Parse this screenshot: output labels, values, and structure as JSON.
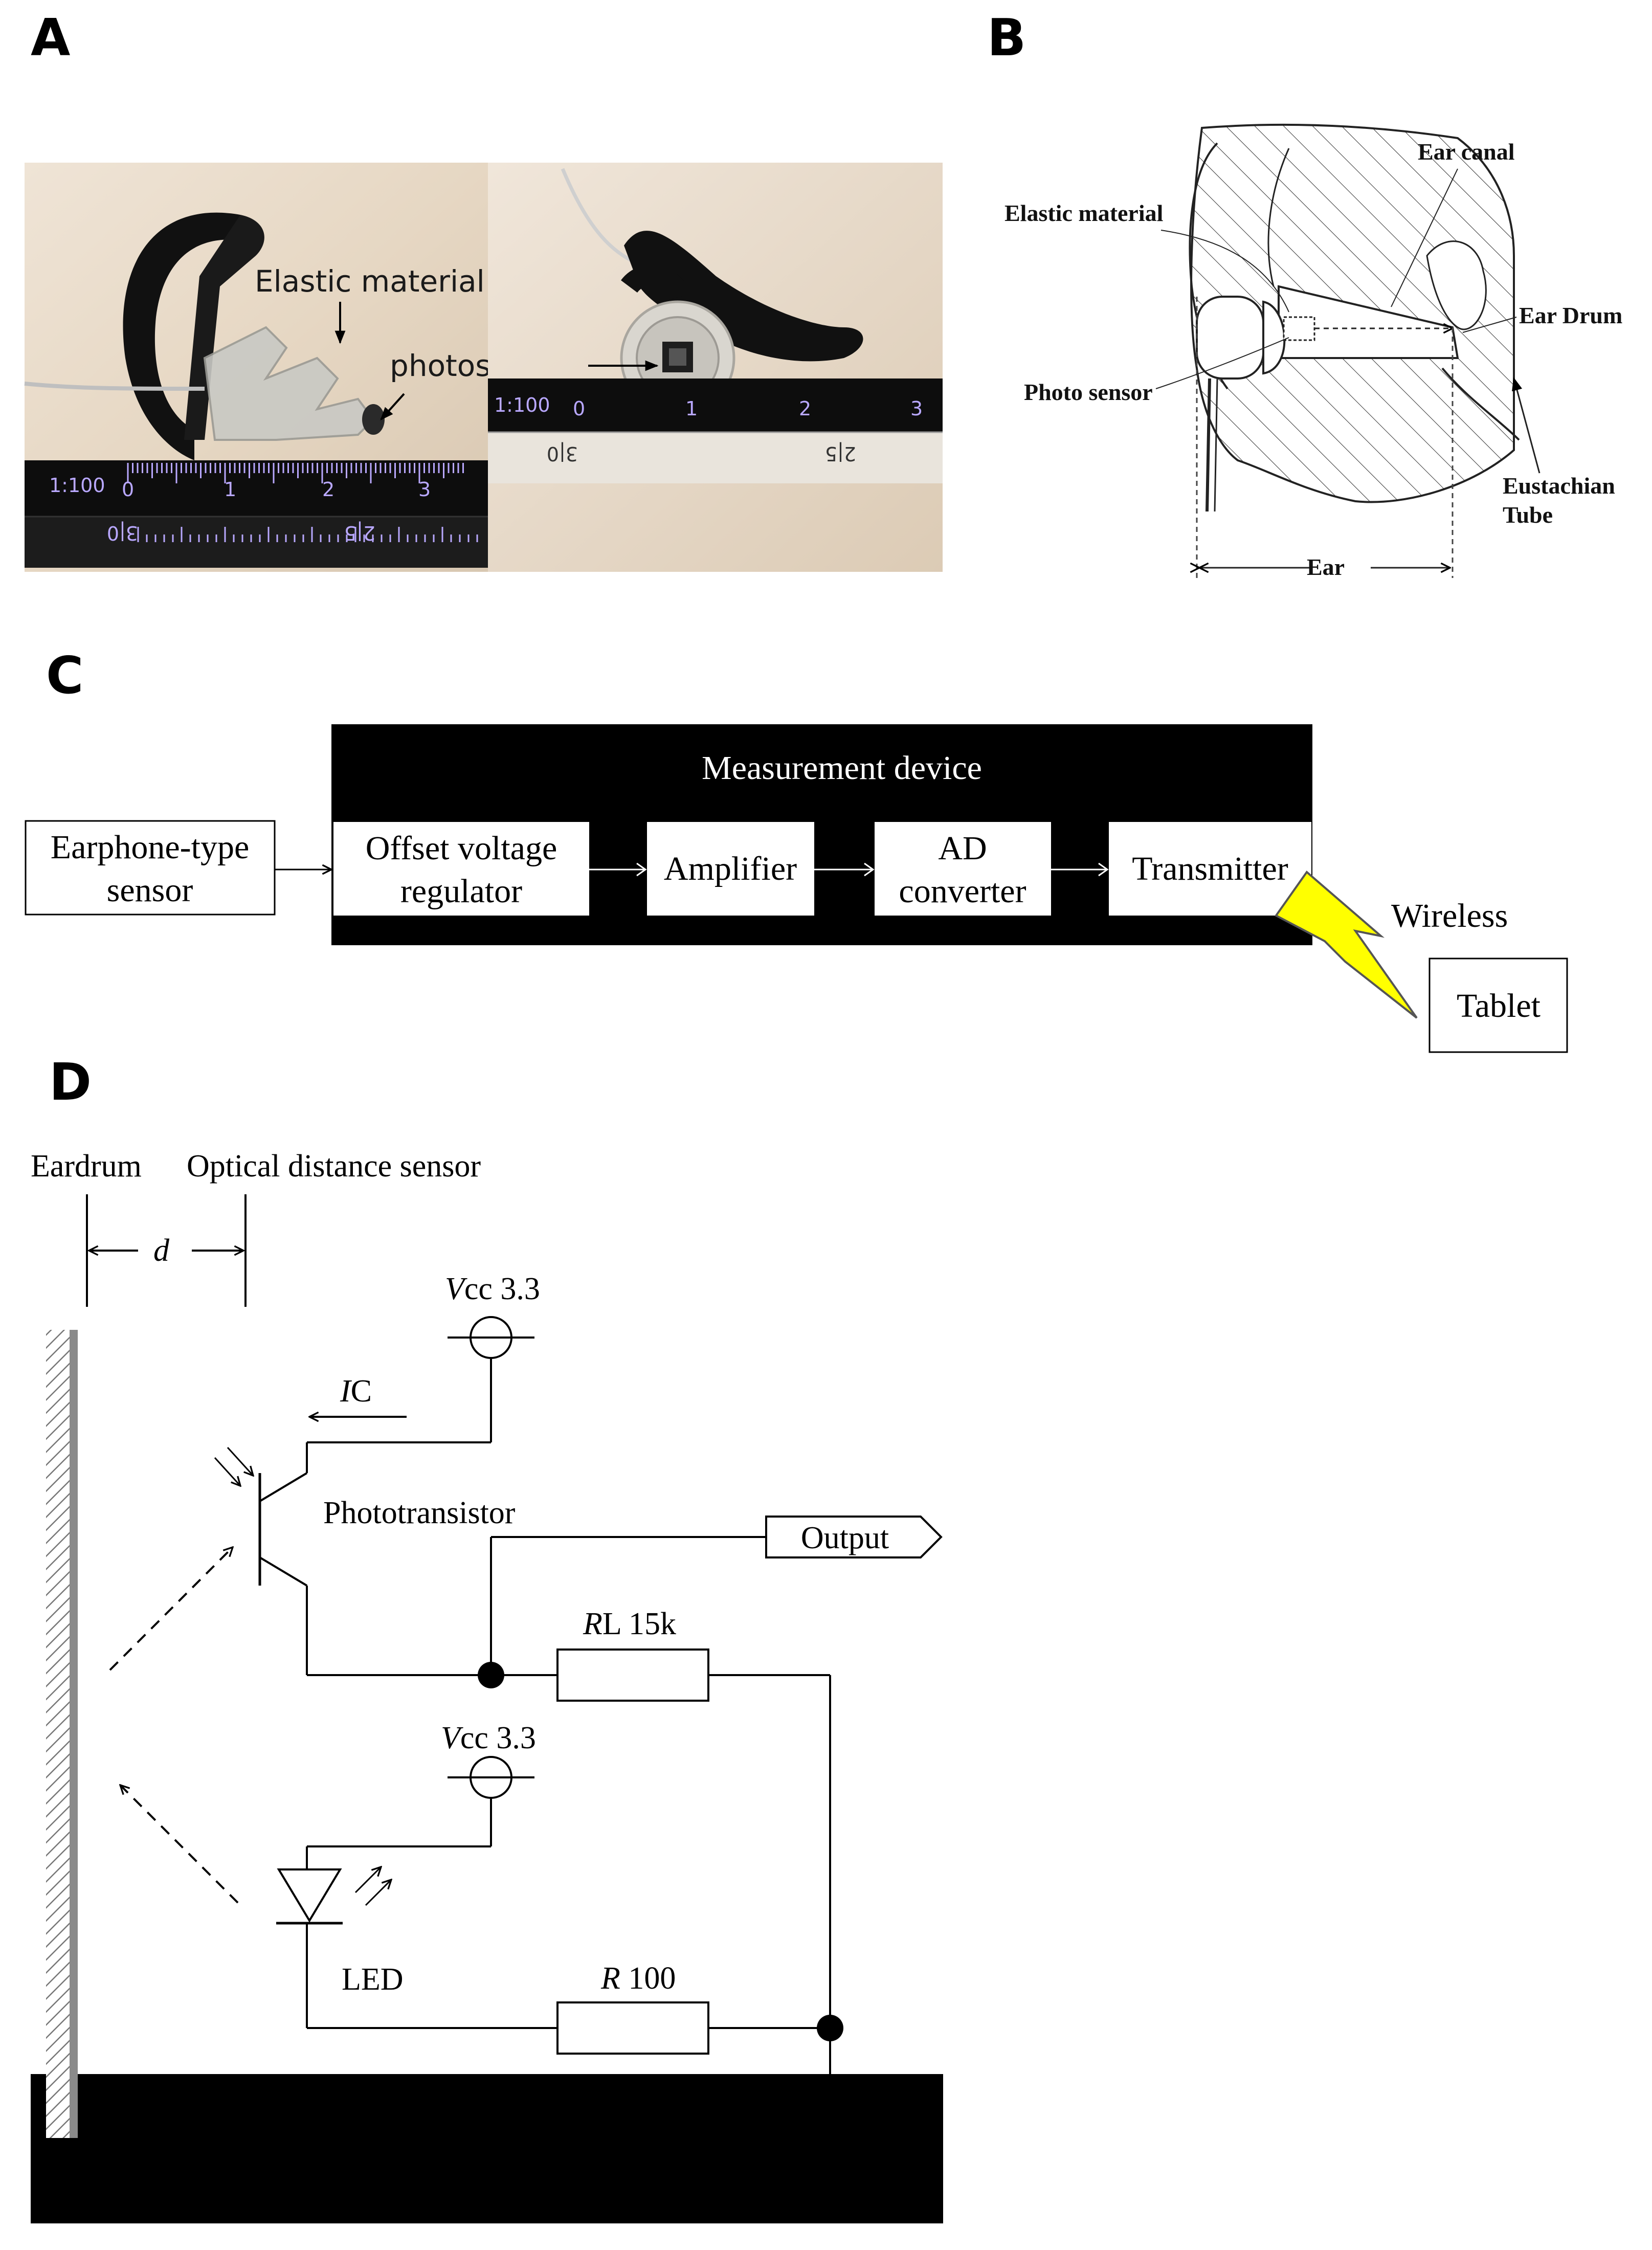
{
  "panels": {
    "a": {
      "letter": "A",
      "elastic_label": "Elastic material",
      "photosensor_label": "photosensor",
      "ruler_scale": "1:100",
      "ruler_top_ticks": [
        "0",
        "1",
        "2",
        "3"
      ],
      "ruler_bottom_ticks": [
        "3|0",
        "2|5"
      ]
    },
    "b": {
      "letter": "B",
      "ear_canal": "Ear canal",
      "elastic_material": "Elastic material",
      "ear_drum": "Ear Drum",
      "photo_sensor": "Photo sensor",
      "eustachian_1": "Eustachian",
      "eustachian_2": "Tube",
      "ear": "Ear"
    },
    "c": {
      "letter": "C",
      "measurement_device": "Measurement device",
      "earphone_1": "Earphone-type",
      "earphone_2": "sensor",
      "offset_1": "Offset voltage",
      "offset_2": "regulator",
      "amplifier": "Amplifier",
      "ad_1": "AD",
      "ad_2": "converter",
      "transmitter": "Transmitter",
      "wireless": "Wireless",
      "tablet": "Tablet"
    },
    "d": {
      "letter": "D",
      "eardrum": "Eardrum",
      "optical_sensor": "Optical distance sensor",
      "d_symbol": "d",
      "vcc_top": {
        "italic": "V",
        "rest": "cc 3.3"
      },
      "vcc_bottom": {
        "italic": "V",
        "rest": "cc 3.3"
      },
      "ic": {
        "italic": "I",
        "rest": "C"
      },
      "phototransistor": "Phototransistor",
      "output": "Output",
      "rl": {
        "italic": "R",
        "rest": "L 15k"
      },
      "led": "LED",
      "r": {
        "italic": "R",
        "rest": " 100"
      }
    }
  },
  "colors": {
    "lightning": "#ffff00",
    "black": "#000000",
    "ruler": "#b9a8ff"
  }
}
